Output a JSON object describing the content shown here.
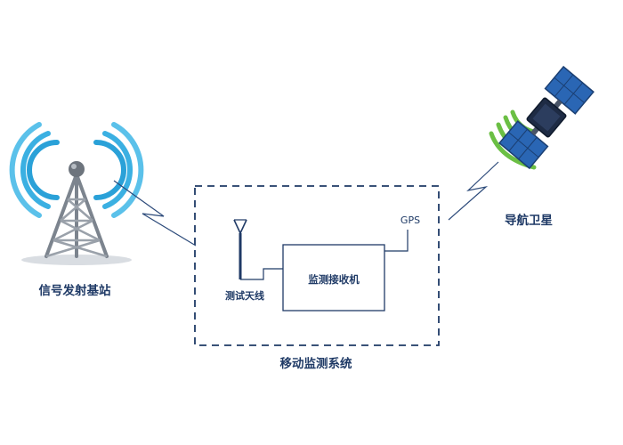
{
  "labels": {
    "tower": "信号发射基站",
    "satellite": "导航卫星",
    "system": "移动监测系统",
    "receiver": "监测接收机",
    "antenna": "测试天线",
    "gps": "GPS"
  },
  "colors": {
    "navy": "#1f3a66",
    "line": "#2c4a7a",
    "wave_blue": "#2aa1d8",
    "wave_green": "#6bbf44",
    "tower_grey": "#7c848e"
  },
  "icons": {
    "tower": "signal-tower-icon",
    "satellite": "satellite-icon",
    "antenna": "antenna-icon"
  }
}
